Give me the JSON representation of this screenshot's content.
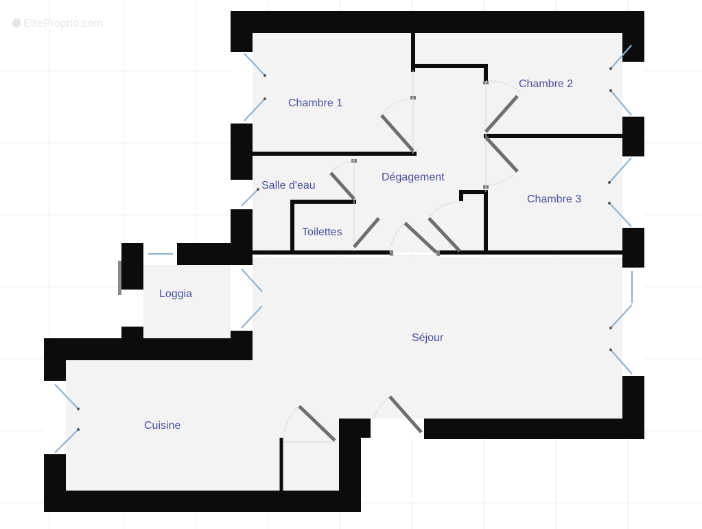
{
  "watermark": {
    "text": "EtreProprio.com",
    "icon": "copyright-circle-icon"
  },
  "plan": {
    "type": "apartment-floor-plan",
    "colors": {
      "wall": "#0c0c0c",
      "floor": "#f3f3f3",
      "label": "#4a4f9c",
      "window": "#8fb3d3",
      "door": "#6e6e6e",
      "grid": "#ececec"
    },
    "rooms": [
      {
        "id": "chambre-1",
        "label": "Chambre 1"
      },
      {
        "id": "chambre-2",
        "label": "Chambre 2"
      },
      {
        "id": "chambre-3",
        "label": "Chambre 3"
      },
      {
        "id": "salle-deau",
        "label": "Salle d'eau"
      },
      {
        "id": "degagement",
        "label": "Dégagement"
      },
      {
        "id": "toilettes",
        "label": "Toilettes"
      },
      {
        "id": "loggia",
        "label": "Loggia"
      },
      {
        "id": "sejour",
        "label": "Séjour"
      },
      {
        "id": "cuisine",
        "label": "Cuisine"
      }
    ]
  }
}
